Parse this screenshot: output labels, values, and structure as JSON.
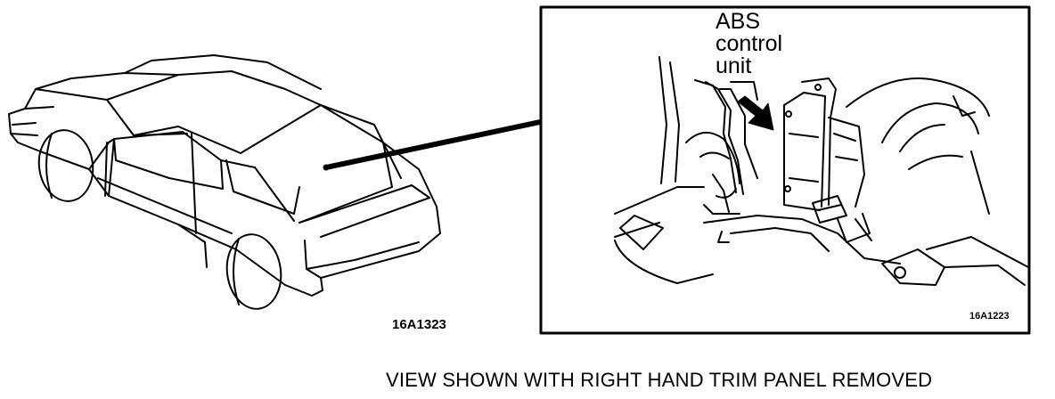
{
  "detail_label": "ABS\ncontrol\nunit",
  "vehicle_figure_code": "16A1323",
  "detail_figure_code": "16A1223",
  "caption": "VIEW SHOWN WITH RIGHT HAND TRIM  PANEL REMOVED",
  "icons": {
    "pointer": "arrow-icon"
  },
  "colors": {
    "ink": "#000000",
    "paper": "#ffffff"
  }
}
